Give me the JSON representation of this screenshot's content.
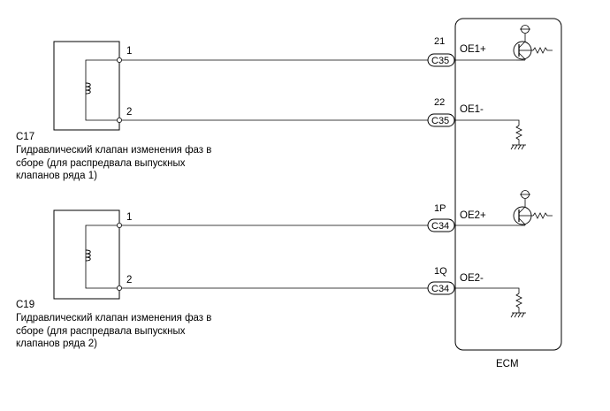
{
  "component_1": {
    "code": "C17",
    "pin_1": "1",
    "pin_2": "2",
    "description": [
      "Гидравлический клапан изменения фаз в",
      "сборе (для распредвала выпускных",
      "клапанов ряда 1)"
    ]
  },
  "component_2": {
    "code": "C19",
    "pin_1": "1",
    "pin_2": "2",
    "description": [
      "Гидравлический клапан изменения фаз в",
      "сборе (для распредвала выпускных",
      "клапанов ряда 2)"
    ]
  },
  "ecm": {
    "label": "ECM",
    "terminals": [
      {
        "pin": "21",
        "connector": "C35",
        "signal": "OE1+"
      },
      {
        "pin": "22",
        "connector": "C35",
        "signal": "OE1-"
      },
      {
        "pin": "1P",
        "connector": "C34",
        "signal": "OE2+"
      },
      {
        "pin": "1Q",
        "connector": "C34",
        "signal": "OE2-"
      }
    ]
  }
}
